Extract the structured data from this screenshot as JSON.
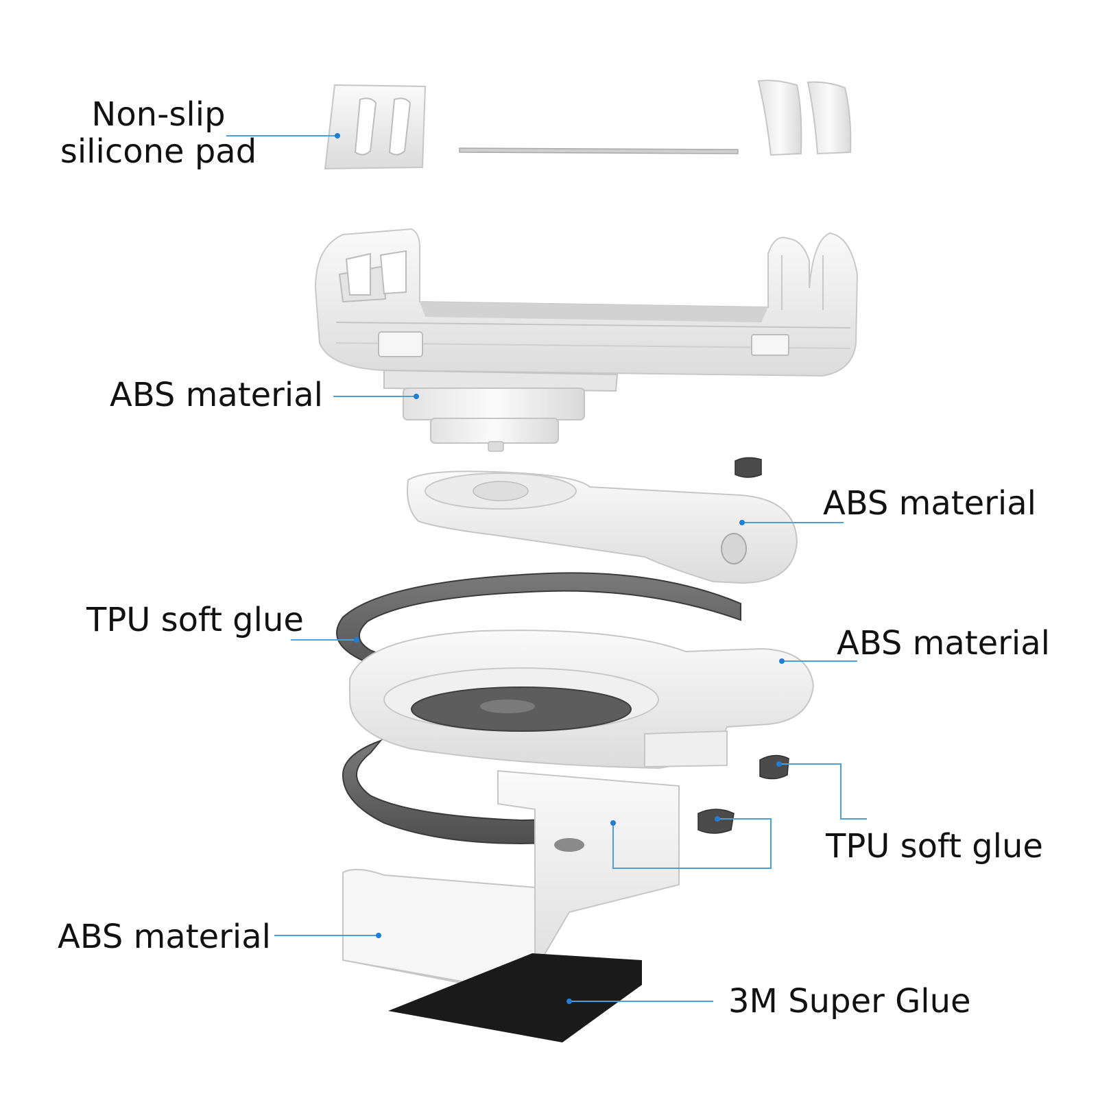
{
  "callouts": {
    "silicone_pad": "Non-slip\nsilicone pad",
    "silicone_pad_line1": "Non-slip",
    "silicone_pad_line2": "silicone pad",
    "abs_clamp": "ABS material",
    "abs_arm": "ABS material",
    "tpu_ring": "TPU soft glue",
    "abs_ring": "ABS material",
    "tpu_pads": "TPU soft glue",
    "abs_base": "ABS material",
    "glue_3m": "3M Super Glue"
  },
  "colors": {
    "leader_line": "#4a9fe0",
    "leader_dot": "#1f7fd6",
    "part_white": "#f2f2f2",
    "part_shadow": "#d6d6d6",
    "part_edge": "#bdbdbd",
    "tpu_gray": "#6b6b6b",
    "glue_black": "#1a1a1a",
    "text": "#111111"
  }
}
